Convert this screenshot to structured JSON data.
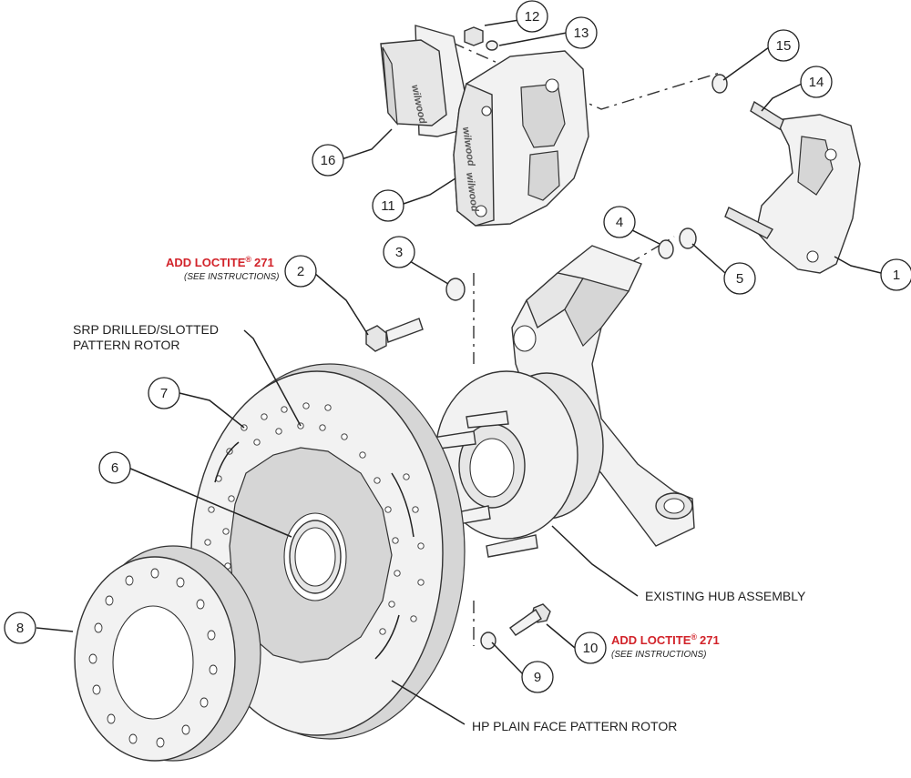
{
  "callouts": [
    {
      "num": "1"
    },
    {
      "num": "2"
    },
    {
      "num": "3"
    },
    {
      "num": "4"
    },
    {
      "num": "5"
    },
    {
      "num": "6"
    },
    {
      "num": "7"
    },
    {
      "num": "8"
    },
    {
      "num": "9"
    },
    {
      "num": "10"
    },
    {
      "num": "11"
    },
    {
      "num": "12"
    },
    {
      "num": "13"
    },
    {
      "num": "14"
    },
    {
      "num": "15"
    },
    {
      "num": "16"
    }
  ],
  "labels": {
    "loctite_2": "ADD LOCTITE",
    "loctite_2_suffix": "271",
    "loctite_10": "ADD LOCTITE",
    "loctite_10_suffix": "271",
    "registered": "®",
    "see_instructions": "(SEE INSTRUCTIONS)",
    "srp_line1": "SRP DRILLED/SLOTTED",
    "srp_line2": "PATTERN ROTOR",
    "existing_hub": "EXISTING HUB ASSEMBLY",
    "hp_plain": "HP PLAIN FACE PATTERN ROTOR"
  },
  "brand_text": "wilwood",
  "colors": {
    "line": "#333333",
    "part_fill": "#f2f2f2",
    "shade_fill": "#d6d6d6",
    "warning_red": "#d2232a"
  }
}
